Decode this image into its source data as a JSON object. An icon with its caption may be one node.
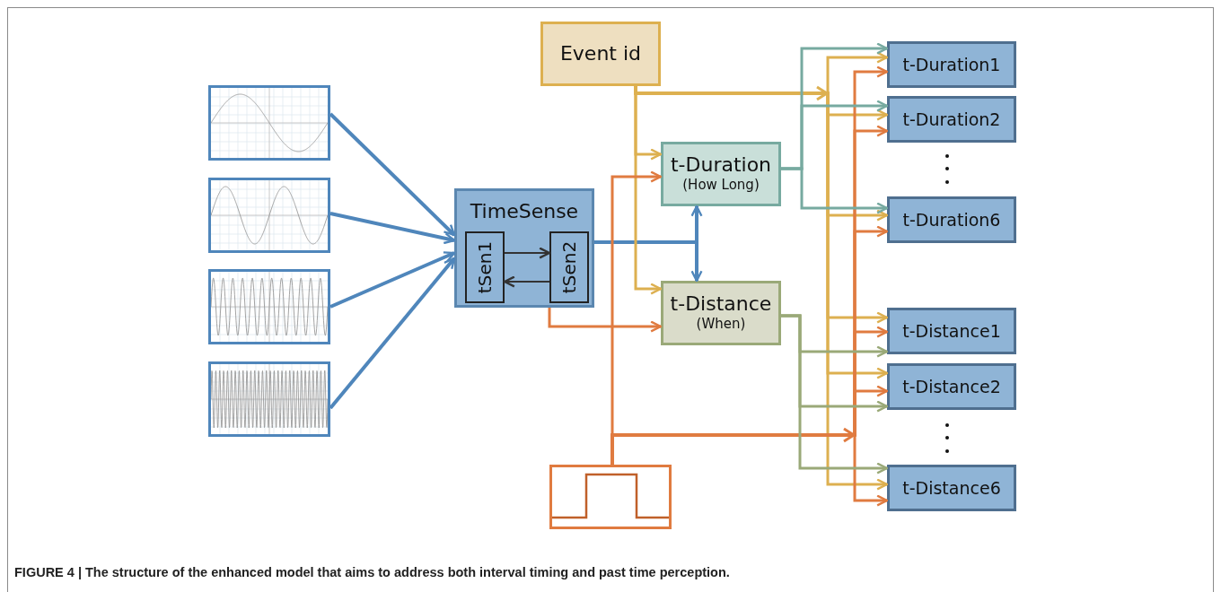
{
  "diagram": {
    "caption": "FIGURE 4 | The structure of the enhanced model that aims to address both interval timing and past time perception.",
    "nodes": [
      {
        "text": [],
        "shape": "picture"
      },
      {
        "text": [],
        "shape": "picture"
      },
      {
        "text": [],
        "shape": "picture"
      },
      {
        "text": [],
        "shape": "picture"
      },
      {
        "text": [
          "TimeSense"
        ]
      },
      {
        "text": [
          "tSen1"
        ],
        "in": 4
      },
      {
        "text": [
          "tSen2"
        ],
        "in": 4
      },
      {
        "text": [
          "Event id"
        ]
      },
      {
        "text": [
          "t-Duration",
          "(How Long)"
        ]
      },
      {
        "text": [
          "t-Distance",
          "(When)"
        ]
      },
      {
        "text": [],
        "shape": "picture"
      },
      {
        "text": [
          "t-Duration1"
        ]
      },
      {
        "text": [
          "t-Duration2"
        ]
      },
      {
        "text": [
          "t-Duration6"
        ]
      },
      {
        "text": [
          "t-Distance1"
        ]
      },
      {
        "text": [
          "t-Distance2"
        ]
      },
      {
        "text": [
          "t-Distance6"
        ]
      }
    ],
    "edges": [
      {
        "from": 0,
        "to": 4,
        "arrow": "to",
        "color": "#4f86bb"
      },
      {
        "from": 1,
        "to": 4,
        "arrow": "to",
        "color": "#4f86bb"
      },
      {
        "from": 2,
        "to": 4,
        "arrow": "to",
        "color": "#4f86bb"
      },
      {
        "from": 3,
        "to": 4,
        "arrow": "to",
        "color": "#4f86bb"
      },
      {
        "from": 5,
        "to": 6,
        "arrow": "to",
        "color": "#333333"
      },
      {
        "from": 6,
        "to": 5,
        "arrow": "to",
        "color": "#333333"
      },
      {
        "from": 4,
        "to": 8,
        "arrow": "to",
        "color": "#4f86bb"
      },
      {
        "from": 4,
        "to": 9,
        "arrow": "to",
        "color": "#4f86bb"
      },
      {
        "from": 7,
        "to": 8,
        "arrow": "to",
        "color": "#ddb050"
      },
      {
        "from": 7,
        "to": 9,
        "arrow": "to",
        "color": "#ddb050"
      },
      {
        "from": 7,
        "to": 11,
        "arrow": "to",
        "color": "#ddb050"
      },
      {
        "from": 7,
        "to": 12,
        "arrow": "to",
        "color": "#ddb050"
      },
      {
        "from": 7,
        "to": 13,
        "arrow": "to",
        "color": "#ddb050"
      },
      {
        "from": 7,
        "to": 14,
        "arrow": "to",
        "color": "#ddb050"
      },
      {
        "from": 7,
        "to": 15,
        "arrow": "to",
        "color": "#ddb050"
      },
      {
        "from": 7,
        "to": 16,
        "arrow": "to",
        "color": "#ddb050"
      },
      {
        "from": 10,
        "to": 8,
        "arrow": "to",
        "color": "#e07b40"
      },
      {
        "from": 10,
        "to": 11,
        "arrow": "to",
        "color": "#e07b40"
      },
      {
        "from": 10,
        "to": 12,
        "arrow": "to",
        "color": "#e07b40"
      },
      {
        "from": 10,
        "to": 13,
        "arrow": "to",
        "color": "#e07b40"
      },
      {
        "from": 10,
        "to": 14,
        "arrow": "to",
        "color": "#e07b40"
      },
      {
        "from": 10,
        "to": 15,
        "arrow": "to",
        "color": "#e07b40"
      },
      {
        "from": 10,
        "to": 16,
        "arrow": "to",
        "color": "#e07b40"
      },
      {
        "from": 4,
        "to": 9,
        "arrow": "to",
        "color": "#e07b40"
      },
      {
        "from": 8,
        "to": 11,
        "arrow": "to",
        "color": "#77aaa0"
      },
      {
        "from": 8,
        "to": 12,
        "arrow": "to",
        "color": "#77aaa0"
      },
      {
        "from": 8,
        "to": 13,
        "arrow": "to",
        "color": "#77aaa0"
      },
      {
        "from": 9,
        "to": 14,
        "arrow": "to",
        "color": "#9aa978"
      },
      {
        "from": 9,
        "to": 15,
        "arrow": "to",
        "color": "#9aa978"
      },
      {
        "from": 9,
        "to": 16,
        "arrow": "to",
        "color": "#9aa978"
      }
    ]
  }
}
